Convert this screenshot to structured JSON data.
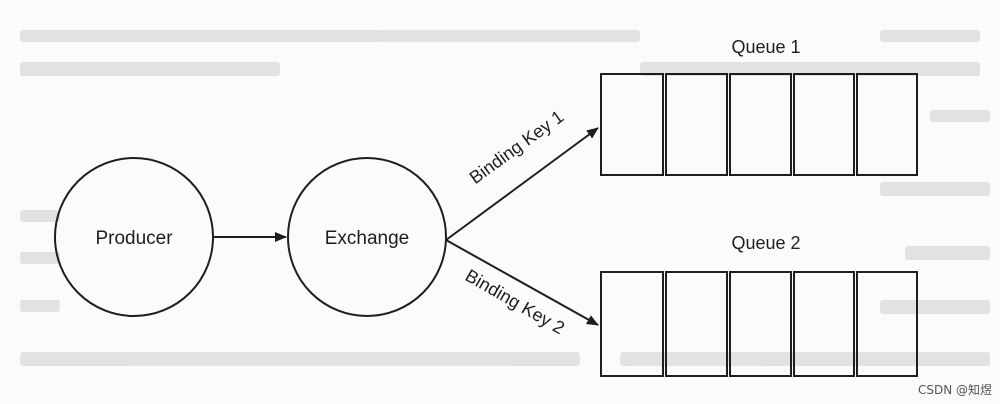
{
  "nodes": {
    "producer": "Producer",
    "exchange": "Exchange"
  },
  "edges": {
    "binding_key_1": "Binding Key 1",
    "binding_key_2": "Binding Key 2"
  },
  "queues": [
    {
      "label": "Queue 1",
      "cells": 5
    },
    {
      "label": "Queue 2",
      "cells": 5
    }
  ],
  "watermark": "CSDN @知煜",
  "colors": {
    "line": "#1e1e1e",
    "background": "#fbfbfb",
    "bleed_text": "#c8c8c8"
  }
}
